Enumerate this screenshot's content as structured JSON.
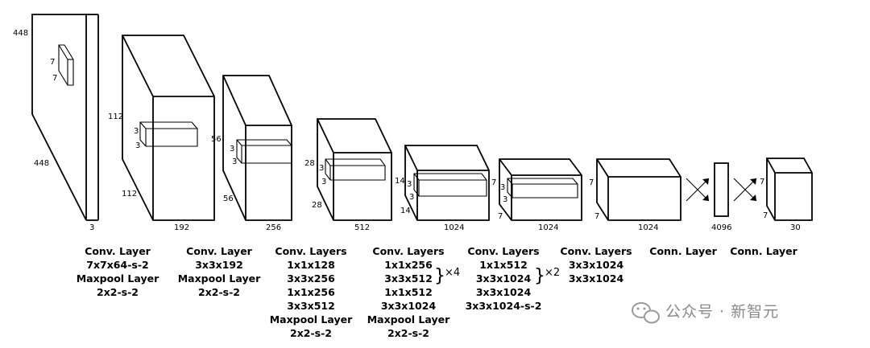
{
  "stages": [
    {
      "id": "input",
      "dims": {
        "height": "448",
        "width": "448",
        "depth": "3"
      },
      "kernel": {
        "a": "7",
        "b": "7"
      },
      "caption": [
        "Conv. Layer",
        "7x7x64-s-2",
        "Maxpool Layer",
        "2x2-s-2"
      ]
    },
    {
      "id": "conv2",
      "dims": {
        "height": "112",
        "width": "112",
        "depth": "192"
      },
      "kernel": {
        "a": "3",
        "b": "3"
      },
      "caption": [
        "Conv. Layer",
        "3x3x192",
        "Maxpool Layer",
        "2x2-s-2"
      ]
    },
    {
      "id": "conv3",
      "dims": {
        "height": "56",
        "width": "56",
        "depth": "256"
      },
      "kernel": {
        "a": "3",
        "b": "3"
      },
      "caption": [
        "Conv. Layers",
        "1x1x128",
        "3x3x256",
        "1x1x256",
        "3x3x512",
        "Maxpool Layer",
        "2x2-s-2"
      ]
    },
    {
      "id": "conv4",
      "dims": {
        "height": "28",
        "width": "28",
        "depth": "512"
      },
      "kernel": {
        "a": "3",
        "b": "3"
      },
      "caption": [
        "Conv. Layers",
        "1x1x256",
        "3x3x512",
        "1x1x512",
        "3x3x1024",
        "Maxpool Layer",
        "2x2-s-2"
      ],
      "repeat": "×4"
    },
    {
      "id": "conv5",
      "dims": {
        "height": "14",
        "width": "14",
        "depth": "1024"
      },
      "kernel": {
        "a": "3",
        "b": "3"
      },
      "caption": [
        "Conv. Layers",
        "1x1x512",
        "3x3x1024",
        "3x3x1024",
        "3x3x1024-s-2"
      ],
      "repeat": "×2"
    },
    {
      "id": "conv6",
      "dims": {
        "height": "7",
        "width": "7",
        "depth": "1024"
      },
      "kernel": {
        "a": "3",
        "b": "3"
      },
      "caption": [
        "Conv. Layers",
        "3x3x1024",
        "3x3x1024"
      ]
    },
    {
      "id": "conv7",
      "dims": {
        "height": "7",
        "width": "7",
        "depth": "1024"
      },
      "caption": [
        "Conn. Layer"
      ]
    },
    {
      "id": "fc1",
      "dims": {
        "depth": "4096"
      },
      "caption": [
        "Conn. Layer"
      ]
    },
    {
      "id": "output",
      "dims": {
        "height": "7",
        "width": "7",
        "depth": "30"
      }
    }
  ],
  "watermark": {
    "icon": "wechat-icon",
    "text": "公众号 · 新智元"
  }
}
